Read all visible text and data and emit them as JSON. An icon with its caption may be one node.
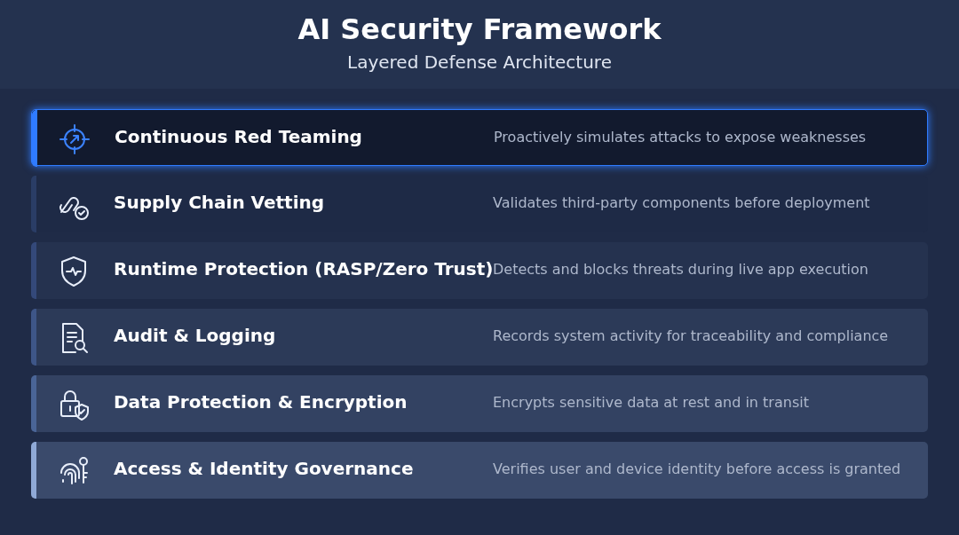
{
  "diagram": {
    "title": "AI Security Framework",
    "nodes": [
      {
        "text": [
          "Continuous Red Teaming",
          "Proactively simulates attacks to expose weaknesses"
        ]
      },
      {
        "text": [
          "Supply Chain Vetting",
          "Validates third-party components before deployment"
        ]
      },
      {
        "text": [
          "Runtime Protection (RASP/Zero Trust)",
          "Detects and blocks threats during live app execution"
        ]
      },
      {
        "text": [
          "Audit & Logging",
          "Records system activity for traceability and compliance"
        ]
      },
      {
        "text": [
          "Data Protection & Encryption",
          "Encrypts sensitive data at rest and in transit"
        ]
      },
      {
        "text": [
          "Access & Identity Governance",
          "Verifies user and device identity before access is granted"
        ]
      }
    ],
    "edges": [],
    "labels": [
      "Layered Defense Architecture"
    ]
  }
}
